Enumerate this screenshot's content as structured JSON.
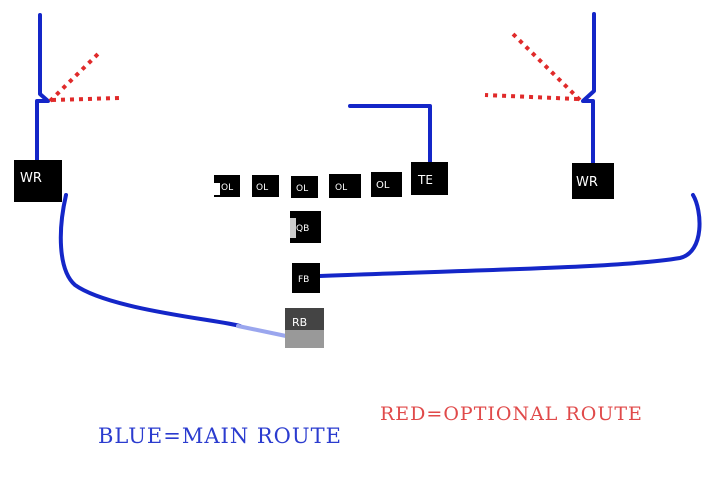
{
  "colors": {
    "main_route": "#1426c8",
    "optional_route": "#e02a2a",
    "player_fill": "#000000",
    "rb_fill": "#999999",
    "label": "#ffffff",
    "legend_main": "#2b3ccf",
    "legend_optional": "#e04a4a"
  },
  "players": {
    "wr_left": "WR",
    "ol_1": "OL",
    "ol_2": "OL",
    "ol_3": "OL",
    "ol_4": "OL",
    "ol_5": "OL",
    "te": "TE",
    "wr_right": "WR",
    "qb": "QB",
    "fb": "FB",
    "rb": "RB"
  },
  "legend": {
    "main": "BLUE=MAIN ROUTE",
    "optional": "RED=OPTIONAL ROUTE"
  }
}
